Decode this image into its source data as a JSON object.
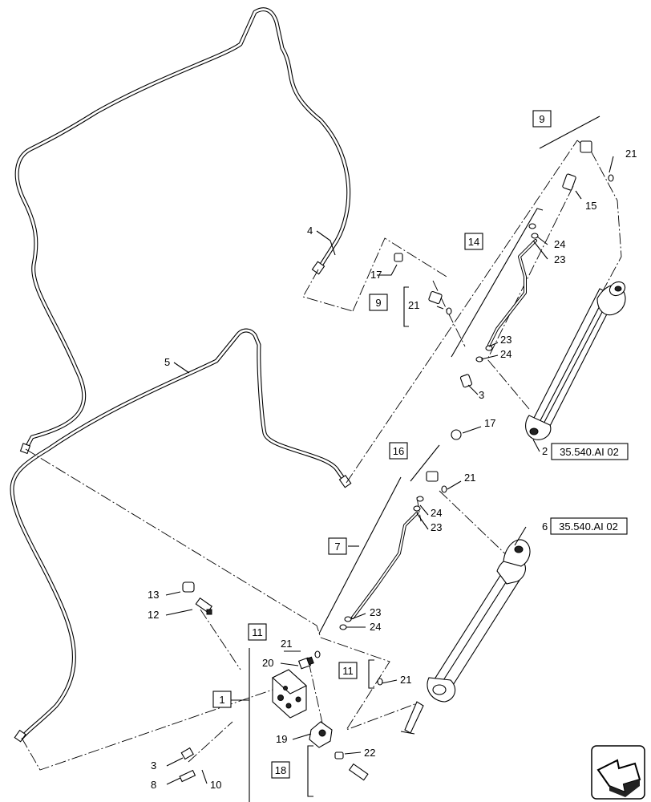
{
  "diagram": {
    "callouts": {
      "c1": "1",
      "c2": "2",
      "c3a": "3",
      "c3b": "3",
      "c4": "4",
      "c5": "5",
      "c6": "6",
      "c7": "7",
      "c8": "8",
      "c9a": "9",
      "c9b": "9",
      "c10": "10",
      "c11a": "11",
      "c11b": "11",
      "c12": "12",
      "c13": "13",
      "c14": "14",
      "c15": "15",
      "c16": "16",
      "c17a": "17",
      "c17b": "17",
      "c18": "18",
      "c19": "19",
      "c20": "20",
      "c21a": "21",
      "c21b": "21",
      "c21c": "21",
      "c21d": "21",
      "c21e": "21",
      "c22": "22",
      "c23a": "23",
      "c23b": "23",
      "c23c": "23",
      "c23d": "23",
      "c24a": "24",
      "c24b": "24",
      "c24c": "24",
      "c24d": "24"
    },
    "references": {
      "ref_cyl_2": "35.540.AI 02",
      "ref_cyl_6": "35.540.AI 02"
    },
    "icons": {
      "nav": "next-page-arrow-icon"
    }
  }
}
